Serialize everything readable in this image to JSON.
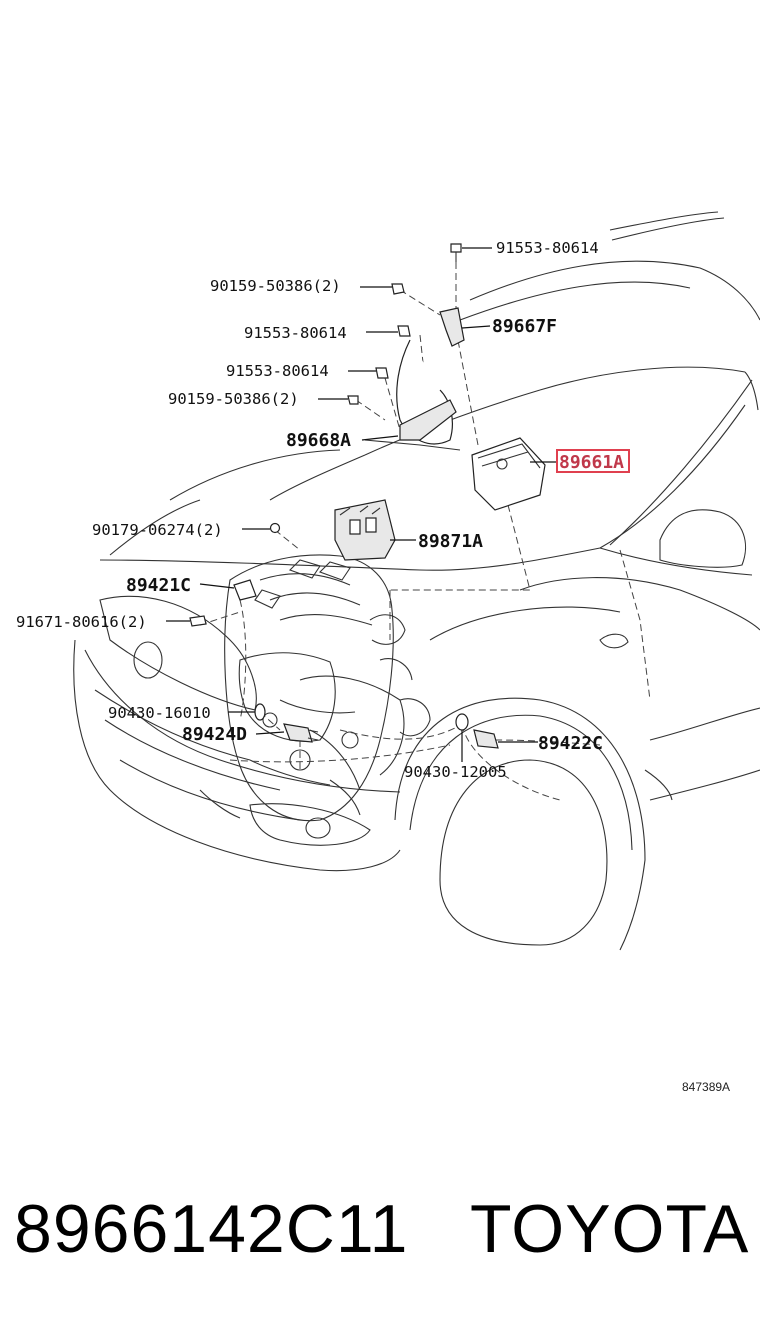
{
  "diagram": {
    "reference_code": "847389A",
    "labels": [
      {
        "id": "l1",
        "text": "91553-80614"
      },
      {
        "id": "l2",
        "text": "90159-50386(2)"
      },
      {
        "id": "l3",
        "text": "89667F"
      },
      {
        "id": "l4",
        "text": "91553-80614"
      },
      {
        "id": "l5",
        "text": "91553-80614"
      },
      {
        "id": "l6",
        "text": "90159-50386(2)"
      },
      {
        "id": "l7",
        "text": "89668A"
      },
      {
        "id": "l8",
        "text": "89661A",
        "highlighted": true
      },
      {
        "id": "l9",
        "text": "90179-06274(2)"
      },
      {
        "id": "l10",
        "text": "89871A"
      },
      {
        "id": "l11",
        "text": "89421C"
      },
      {
        "id": "l12",
        "text": "91671-80616(2)"
      },
      {
        "id": "l13",
        "text": "90430-16010"
      },
      {
        "id": "l14",
        "text": "89424D"
      },
      {
        "id": "l15",
        "text": "89422C"
      },
      {
        "id": "l16",
        "text": "90430-12005"
      }
    ],
    "highlight_color": "#e0404f"
  },
  "footer": {
    "part_number": "8966142C11",
    "brand": "TOYOTA"
  }
}
